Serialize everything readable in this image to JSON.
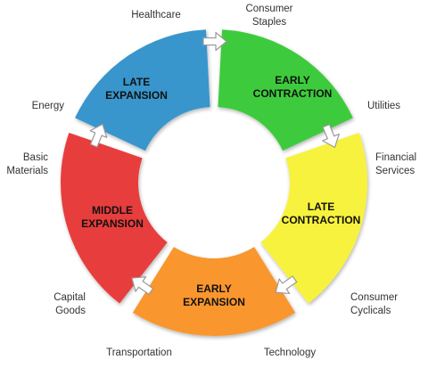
{
  "phases": [
    {
      "id": "late-expansion",
      "line1": "LATE",
      "line2": "EXPANSION",
      "color": "#3896CC"
    },
    {
      "id": "early-contraction",
      "line1": "EARLY",
      "line2": "CONTRACTION",
      "color": "#3DCB3D"
    },
    {
      "id": "late-contraction",
      "line1": "LATE",
      "line2": "CONTRACTION",
      "color": "#F7F23C"
    },
    {
      "id": "early-expansion",
      "line1": "EARLY",
      "line2": "EXPANSION",
      "color": "#F9962E"
    },
    {
      "id": "middle-expansion",
      "line1": "MIDDLE",
      "line2": "EXPANSION",
      "color": "#E83D3E"
    }
  ],
  "sectors": {
    "healthcare": "Healthcare",
    "consumer_staples": "Consumer\nStaples",
    "utilities": "Utilities",
    "financial_services": "Financial\nServices",
    "consumer_cyclicals": "Consumer\nCyclicals",
    "technology": "Technology",
    "transportation": "Transportation",
    "capital_goods": "Capital\nGoods",
    "basic_materials": "Basic\nMaterials",
    "energy": "Energy"
  }
}
